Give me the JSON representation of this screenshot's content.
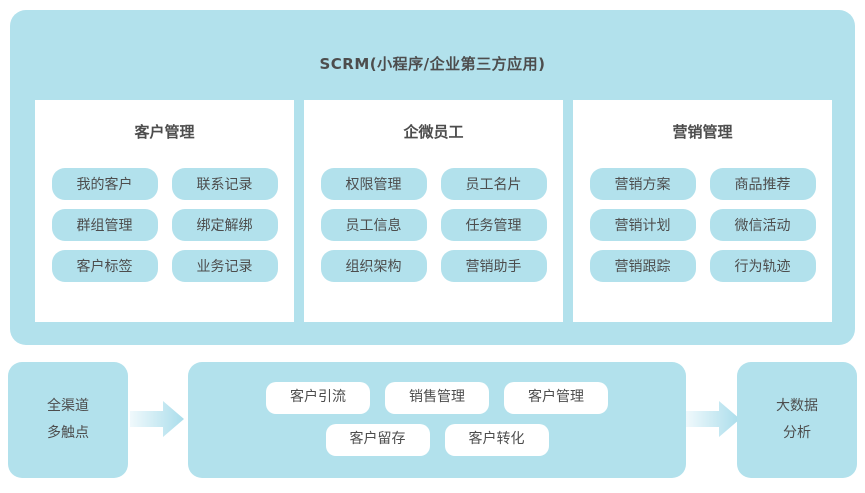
{
  "colors": {
    "blue": "#b2e1ec",
    "panel_background": "#ffffff",
    "text": "#4d4d4d",
    "arrow_gradient_start": "#f0f9fc",
    "arrow_gradient_end": "#aaddeb"
  },
  "scrm": {
    "title": "SCRM(小程序/企业第三方应用)",
    "panels": [
      {
        "title": "客户管理",
        "items": [
          "我的客户",
          "联系记录",
          "群组管理",
          "绑定解绑",
          "客户标签",
          "业务记录"
        ]
      },
      {
        "title": "企微员工",
        "items": [
          "权限管理",
          "员工名片",
          "员工信息",
          "任务管理",
          "组织架构",
          "营销助手"
        ]
      },
      {
        "title": "营销管理",
        "items": [
          "营销方案",
          "商品推荐",
          "营销计划",
          "微信活动",
          "营销跟踪",
          "行为轨迹"
        ]
      }
    ]
  },
  "flow": {
    "source": {
      "lines": [
        "全渠道",
        "多触点"
      ]
    },
    "process": {
      "items": [
        "客户引流",
        "销售管理",
        "客户管理",
        "客户留存",
        "客户转化"
      ]
    },
    "result": {
      "lines": [
        "大数据",
        "分析"
      ]
    }
  }
}
